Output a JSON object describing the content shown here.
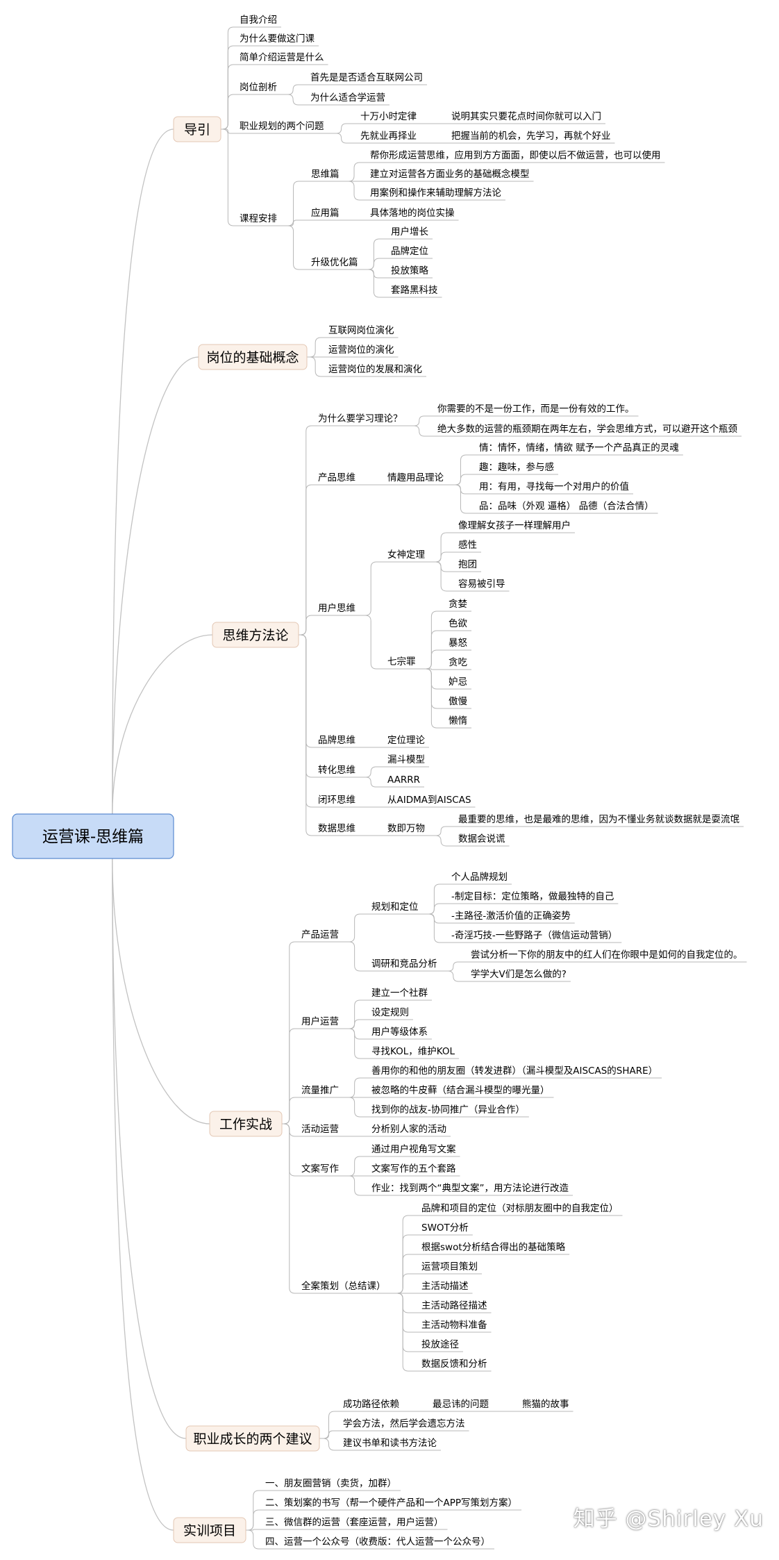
{
  "root": "运营课-思维篇",
  "watermark": "知乎 @Shirley Xu",
  "colors": {
    "root_fill": "#c7dbf7",
    "topic_fill": "#fbf1e9",
    "line": "#b7b7b7"
  },
  "nodes": {
    "t1": "导引",
    "t1_1": "自我介绍",
    "t1_2": "为什么要做这门课",
    "t1_3": "简单介绍运营是什么",
    "t1_4": "岗位剖析",
    "t1_4_1": "首先是是否适合互联网公司",
    "t1_4_2": "为什么适合学运营",
    "t1_5": "职业规划的两个问题",
    "t1_5_1": "十万小时定律",
    "t1_5_1_1": "说明其实只要花点时间你就可以入门",
    "t1_5_2": "先就业再择业",
    "t1_5_2_1": "把握当前的机会，先学习，再就个好业",
    "t1_6": "课程安排",
    "t1_6_1": "思维篇",
    "t1_6_1_1": "帮你形成运营思维，应用到方方面面，即使以后不做运营，也可以使用",
    "t1_6_1_2": "建立对运营各方面业务的基础概念模型",
    "t1_6_1_3": "用案例和操作来辅助理解方法论",
    "t1_6_2": "应用篇",
    "t1_6_2_1": "具体落地的岗位实操",
    "t1_6_3": "升级优化篇",
    "t1_6_3_1": "用户增长",
    "t1_6_3_2": "品牌定位",
    "t1_6_3_3": "投放策略",
    "t1_6_3_4": "套路黑科技",
    "t2": "岗位的基础概念",
    "t2_1": "互联网岗位演化",
    "t2_2": "运营岗位的演化",
    "t2_3": "运营岗位的发展和演化",
    "t3": "思维方法论",
    "t3_1": "为什么要学习理论？",
    "t3_1_1": "你需要的不是一份工作，而是一份有效的工作。",
    "t3_1_2": "绝大多数的运营的瓶颈期在两年左右，学会思维方式，可以避开这个瓶颈",
    "t3_2": "产品思维",
    "t3_2_1": "情趣用品理论",
    "t3_2_1_1": "情：情怀，情绪，情欲 赋予一个产品真正的灵魂",
    "t3_2_1_2": "趣：趣味，参与感",
    "t3_2_1_3": "用：有用，寻找每一个对用户的价值",
    "t3_2_1_4": "品：品味（外观 逼格） 品德（合法合情）",
    "t3_3": "用户思维",
    "t3_3_1": "女神定理",
    "t3_3_1_1": "像理解女孩子一样理解用户",
    "t3_3_1_2": "感性",
    "t3_3_1_3": "抱团",
    "t3_3_1_4": "容易被引导",
    "t3_3_2": "七宗罪",
    "t3_3_2_1": "贪婪",
    "t3_3_2_2": "色欲",
    "t3_3_2_3": "暴怒",
    "t3_3_2_4": "贪吃",
    "t3_3_2_5": "妒忌",
    "t3_3_2_6": "傲慢",
    "t3_3_2_7": "懒惰",
    "t3_4": "品牌思维",
    "t3_4_1": "定位理论",
    "t3_5": "转化思维",
    "t3_5_1": "漏斗模型",
    "t3_5_2": "AARRR",
    "t3_6": "闭环思维",
    "t3_6_1": "从AIDMA到AISCAS",
    "t3_7": "数据思维",
    "t3_7_1": "数即万物",
    "t3_7_1_1": "最重要的思维，也是最难的思维，因为不懂业务就谈数据就是耍流氓",
    "t3_7_1_2": "数据会说谎",
    "t4": "工作实战",
    "t4_1": "产品运营",
    "t4_1_1": "规划和定位",
    "t4_1_1_1": "个人品牌规划",
    "t4_1_1_2": "-制定目标：定位策略，做最独特的自己",
    "t4_1_1_3": "-主路径-激活价值的正确姿势",
    "t4_1_1_4": "-奇淫巧技-一些野路子（微信运动营销）",
    "t4_1_2": "调研和竞品分析",
    "t4_1_2_1": "尝试分析一下你的朋友中的红人们在你眼中是如何的自我定位的。",
    "t4_1_2_2": "学学大V们是怎么做的?",
    "t4_2": "用户运营",
    "t4_2_1": "建立一个社群",
    "t4_2_2": "设定规则",
    "t4_2_3": "用户等级体系",
    "t4_2_4": "寻找KOL，维护KOL",
    "t4_3": "流量推广",
    "t4_3_1": "善用你的和他的朋友圈（转发进群）（漏斗模型及AISCAS的SHARE）",
    "t4_3_2": "被忽略的牛皮藓（结合漏斗模型的曝光量）",
    "t4_3_3": "找到你的战友-协同推广（异业合作）",
    "t4_4": "活动运营",
    "t4_4_1": "分析别人家的活动",
    "t4_5": "文案写作",
    "t4_5_1": "通过用户视角写文案",
    "t4_5_2": "文案写作的五个套路",
    "t4_5_3": "作业：找到两个“典型文案”，用方法论进行改造",
    "t4_6": "全案策划（总结课）",
    "t4_6_1": "品牌和项目的定位（对标朋友圈中的自我定位）",
    "t4_6_2": "SWOT分析",
    "t4_6_3": "根据swot分析结合得出的基础策略",
    "t4_6_4": "运营项目策划",
    "t4_6_5": "主活动描述",
    "t4_6_6": "主活动路径描述",
    "t4_6_7": "主活动物料准备",
    "t4_6_8": "投放途径",
    "t4_6_9": "数据反馈和分析",
    "t5": "职业成长的两个建议",
    "t5_1": "成功路径依赖",
    "t5_1_1": "最忌讳的问题",
    "t5_1_2": "熊猫的故事",
    "t5_2": "学会方法，然后学会遗忘方法",
    "t5_3": "建议书单和读书方法论",
    "t6": "实训项目",
    "t6_1": "一、朋友圈营销（卖货，加群）",
    "t6_2": "二、策划案的书写（帮一个硬件产品和一个APP写策划方案）",
    "t6_3": "三、微信群的运营（套座运营，用户运营）",
    "t6_4": "四、运营一个公众号（收费版：代人运营一个公众号）"
  }
}
